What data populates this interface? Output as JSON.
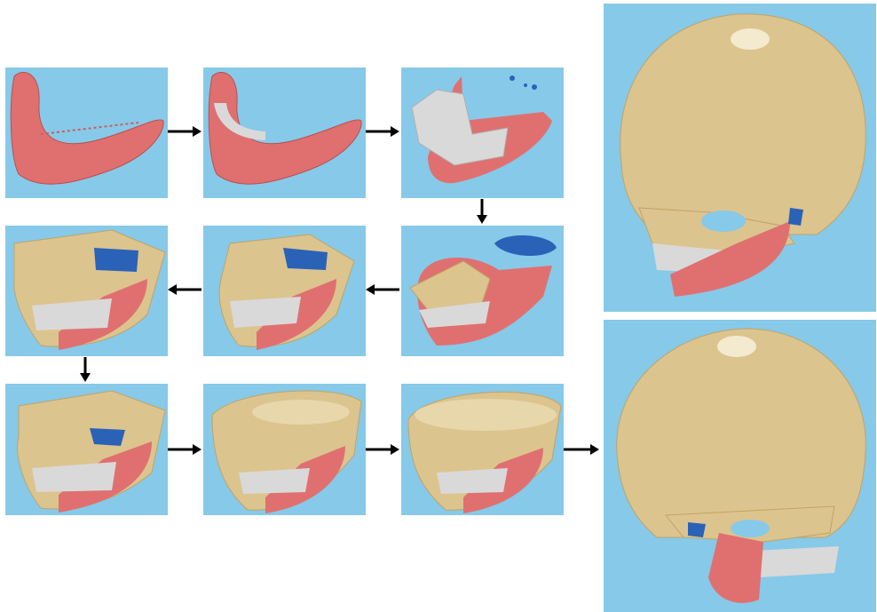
{
  "figure": {
    "background": "#ffffff",
    "panel_background": "#87c9e8",
    "colors": {
      "mandible": "#e07070",
      "teeth": "#d9d9d9",
      "skull": "#dcc48e",
      "maxilla_blue": "#2a62b8",
      "arrow": "#000000"
    },
    "steps": [
      {
        "id": 1,
        "content": "mandible"
      },
      {
        "id": 2,
        "content": "mandible-teeth-start"
      },
      {
        "id": 3,
        "content": "mandible-teeth"
      },
      {
        "id": 4,
        "content": "upper-start"
      },
      {
        "id": 5,
        "content": "upper-growth"
      },
      {
        "id": 6,
        "content": "upper-growth-more"
      },
      {
        "id": 7,
        "content": "face-completion"
      },
      {
        "id": 8,
        "content": "cranium-start"
      },
      {
        "id": 9,
        "content": "cranium-more"
      },
      {
        "id": 10,
        "content": "skull-view-1"
      },
      {
        "id": 11,
        "content": "skull-view-2"
      }
    ],
    "arrows": [
      {
        "from": 1,
        "to": 2,
        "direction": "right"
      },
      {
        "from": 2,
        "to": 3,
        "direction": "right"
      },
      {
        "from": 3,
        "to": 4,
        "direction": "down"
      },
      {
        "from": 4,
        "to": 5,
        "direction": "left"
      },
      {
        "from": 5,
        "to": 6,
        "direction": "left"
      },
      {
        "from": 6,
        "to": 7,
        "direction": "down"
      },
      {
        "from": 7,
        "to": 8,
        "direction": "right"
      },
      {
        "from": 8,
        "to": 9,
        "direction": "right"
      },
      {
        "from": 9,
        "to": 10,
        "direction": "right"
      }
    ]
  }
}
